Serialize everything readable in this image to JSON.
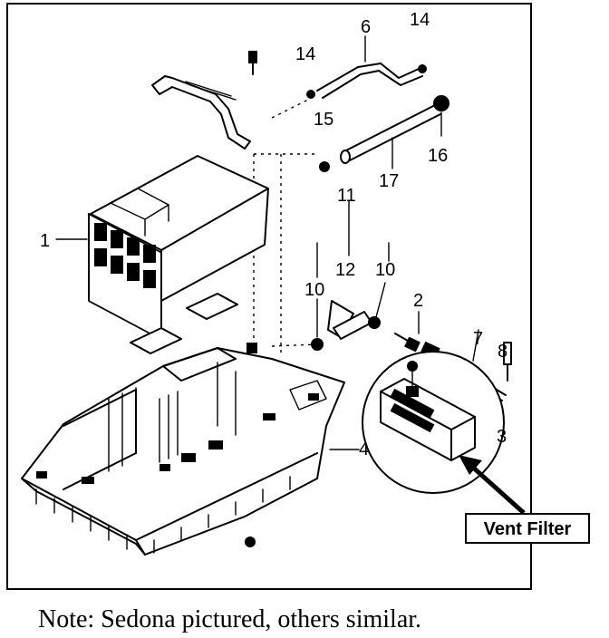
{
  "diagram": {
    "part_labels": {
      "p1": "1",
      "p2": "2",
      "p3": "3",
      "p4": "4",
      "p6": "6",
      "p7": "7",
      "p8": "8",
      "p10a": "10",
      "p10b": "10",
      "p11": "11",
      "p12": "12",
      "p14a": "14",
      "p14b": "14",
      "p15": "15",
      "p16": "16",
      "p17": "17"
    },
    "callout": "Vent Filter",
    "note": "Note: Sedona pictured, others similar."
  }
}
